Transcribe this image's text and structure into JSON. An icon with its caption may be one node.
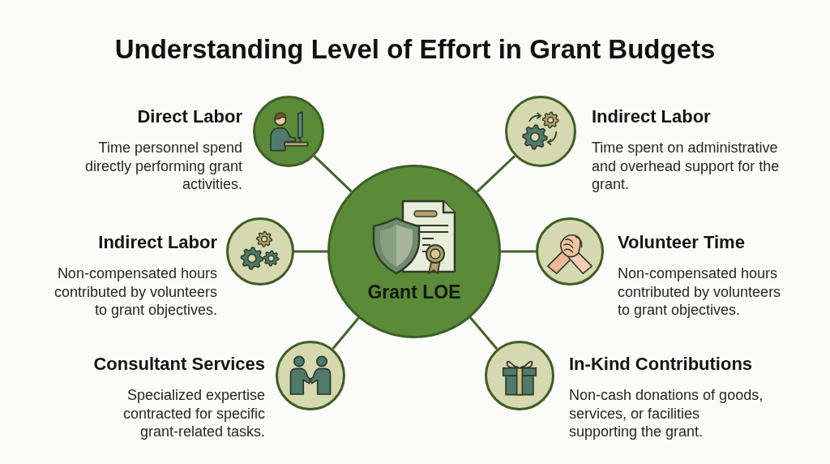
{
  "diagram": {
    "title": "Understanding Level of Effort in Grant Budgets",
    "nodes": [
      {
        "text": [
          "Direct Labor",
          "Time personnel spend directly performing grant activities."
        ]
      },
      {
        "text": [
          "Indirect Labor",
          "Time spent on administrative and overhead support for the grant."
        ]
      },
      {
        "text": [
          "Indirect Labor",
          "Non-compensated hours contributed by volunteers to grant objectives."
        ]
      },
      {
        "text": [
          "Grant LOE"
        ]
      },
      {
        "text": [
          "Volunteer Time",
          "Non-compensated hours contributed by volunteers to grant objectives."
        ]
      },
      {
        "text": [
          "Consultant Services",
          "Specialized expertise contracted for specific grant-related tasks."
        ]
      },
      {
        "text": [
          "In-Kind Contributions",
          "Non-cash donations of goods, services, or facilities supporting the grant."
        ]
      }
    ],
    "edges": [
      {
        "from": 3,
        "to": 0,
        "arrow": "none"
      },
      {
        "from": 3,
        "to": 1,
        "arrow": "none"
      },
      {
        "from": 3,
        "to": 2,
        "arrow": "none"
      },
      {
        "from": 3,
        "to": 4,
        "arrow": "none"
      },
      {
        "from": 3,
        "to": 5,
        "arrow": "none"
      },
      {
        "from": 3,
        "to": 6,
        "arrow": "none"
      }
    ]
  }
}
